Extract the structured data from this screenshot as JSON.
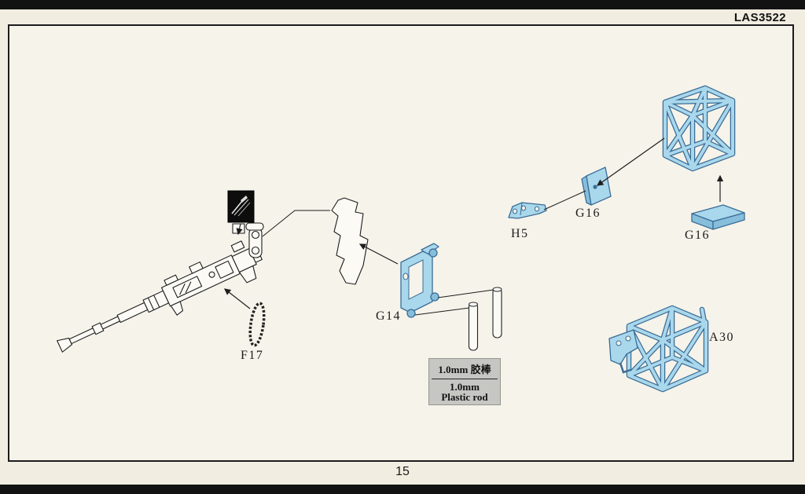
{
  "page": {
    "code": "LAS3522",
    "page_number": "15"
  },
  "part_labels": {
    "f17": "F17",
    "g14": "G14",
    "h5": "H5",
    "g16_upper": "G16",
    "g16_lower": "G16",
    "a30": "A30"
  },
  "note_box": {
    "line1": "1.0mm 胶棒",
    "line2": "1.0mm",
    "line3": "Plastic rod"
  },
  "colors": {
    "part_blue": "#a9d7ec",
    "part_blue_dark": "#86bedb",
    "part_outline": "#3a6d96",
    "paper": "#f1ede1",
    "frame_border": "#1c1c1c",
    "bar_black": "#121212",
    "note_box_bg": "#c6c6c3"
  }
}
